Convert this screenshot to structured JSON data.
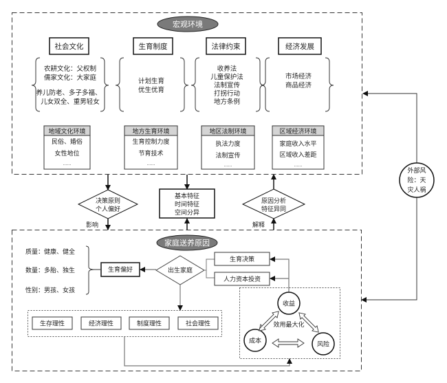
{
  "title": "Family foster-care causes framework diagram",
  "macro": {
    "title": "宏观环境",
    "categories": [
      {
        "header": "社会文化",
        "lines": [
          "农耕文化：父权制",
          "儒家文化：大家庭",
          "",
          "养儿防老、多子多福、",
          "儿女双全、重男轻女"
        ]
      },
      {
        "header": "生育制度",
        "lines": [
          "计划生育",
          "优生优育"
        ]
      },
      {
        "header": "法律约束",
        "lines": [
          "收养法",
          "儿童保护法",
          "法制宣传",
          "打拐行动",
          "地方条例"
        ]
      },
      {
        "header": "经济发展",
        "lines": [
          "市场经济",
          "商品经济"
        ]
      }
    ],
    "env_tables": [
      {
        "header": "地域文化环境",
        "rows": [
          "民俗、婚俗",
          "女性地位",
          "……"
        ]
      },
      {
        "header": "地方生育环境",
        "rows": [
          "生育控制力度",
          "节育技术",
          "……"
        ]
      },
      {
        "header": "地区法制环境",
        "rows": [
          "执法力度",
          "法制宣传",
          "……"
        ]
      },
      {
        "header": "区域经济环境",
        "rows": [
          "家庭收入水平",
          "区域收入差距",
          "……"
        ]
      }
    ]
  },
  "middle": {
    "decision_diamond": [
      "决策原则",
      "个人偏好"
    ],
    "features_box": [
      "基本特征",
      "时间特征",
      "空间分异"
    ],
    "analysis_diamond": [
      "原因分析",
      "特征异同"
    ],
    "influence_label": "影响",
    "explain_label": "解释"
  },
  "external_risk": {
    "lines": [
      "外部风",
      "险：天",
      "灾人祸"
    ]
  },
  "family": {
    "title": "家庭送养原因",
    "preferences": [
      "质量：健康、健全",
      "数量：多胎、独生",
      "性别：男孩、女孩"
    ],
    "preference_box": "生育偏好",
    "birth_family": "出生家庭",
    "decision_boxes": [
      "生育决策",
      "人力资本投资"
    ],
    "rationalities": [
      "生存理性",
      "经济理性",
      "制度理性",
      "社会理性"
    ],
    "utility": {
      "center_label": "效用最大化",
      "nodes": [
        "收益",
        "成本",
        "风险"
      ]
    }
  },
  "colors": {
    "pill_fill": "#7a7a7a",
    "table_header_fill": "#d4d4d4",
    "line": "#222222",
    "gray_line": "#777777"
  }
}
